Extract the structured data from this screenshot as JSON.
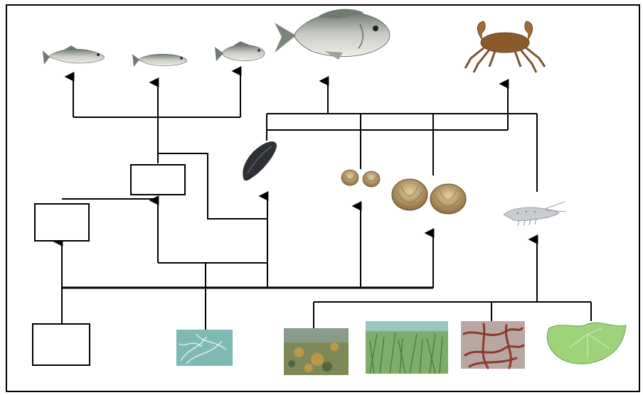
{
  "diagram": {
    "type": "food-web",
    "organisms": {
      "top_fish": [
        "fish-1",
        "fish-2",
        "fish-3",
        "sea-bream"
      ],
      "crab": "crab",
      "intermediate": [
        "mussel",
        "small-clams",
        "large-clams",
        "shrimp"
      ],
      "producers": [
        "seagrass-sample",
        "algae-patch",
        "seagrass-meadow",
        "red-algae",
        "sea-lettuce"
      ],
      "empty_boxes": 3
    },
    "colors": {
      "line": "#000000",
      "fish_body": "#b8bdb5",
      "crab": "#8a5a2b",
      "mussel": "#2e3036",
      "clam": "#b89a6a",
      "water": "#7fb9b6",
      "seagrass": "#5f9a48",
      "red_algae": "#8b3a2e",
      "sea_lettuce": "#9fd37a"
    }
  }
}
